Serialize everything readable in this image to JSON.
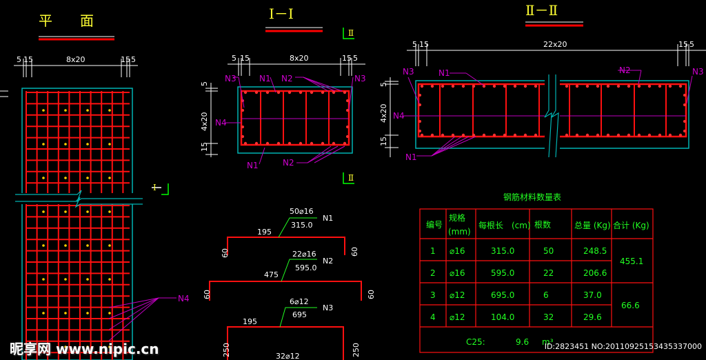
{
  "titles": {
    "plan": "平　　面",
    "section1": "I－I",
    "section2": "Ⅱ－Ⅱ",
    "cut_mark_1": "I",
    "cut_mark_2": "Ⅱ"
  },
  "dims": {
    "edge_a": "5",
    "edge_b": "15",
    "edge_c": "15",
    "edge_d": "5",
    "plan_span": "8x20",
    "sec1_span": "8x20",
    "sec2_span": "22x20",
    "height_top": "5",
    "height_mid": "4x20",
    "height_bot": "15"
  },
  "labels": {
    "n1": "N1",
    "n2": "N2",
    "n3": "N3",
    "n4": "N4"
  },
  "bars": [
    {
      "count": "50⌀16",
      "length": "315.0",
      "id": "N1",
      "span": "195",
      "leg": "60"
    },
    {
      "count": "22⌀16",
      "length": "595.0",
      "id": "N2",
      "span": "475",
      "leg": "60"
    },
    {
      "count": "6⌀12",
      "length": "695",
      "id": "N3",
      "span": "195",
      "leg": "250"
    },
    {
      "count": "32⌀12"
    }
  ],
  "table": {
    "title": "钢筋材料数量表",
    "headers": [
      "编号",
      "规格\n(mm)",
      "每根长　(cm)",
      "根数",
      "总量 (Kg)",
      "合计 (Kg)"
    ],
    "rows": [
      [
        "1",
        "⌀16",
        "315.0",
        "50",
        "248.5"
      ],
      [
        "2",
        "⌀16",
        "595.0",
        "22",
        "206.6"
      ],
      [
        "3",
        "⌀12",
        "695.0",
        "6",
        "37.0"
      ],
      [
        "4",
        "⌀12",
        "104.0",
        "32",
        "29.6"
      ]
    ],
    "totals": [
      "455.1",
      "66.6"
    ],
    "concrete_label": "C25:",
    "concrete_value": "9.6",
    "concrete_unit": "m³"
  },
  "watermark": {
    "site": "昵享网 www.nipic.cn",
    "id": "ID:2823451 NO:20110925153435337000"
  },
  "colors": {
    "rebar": "#ff0000",
    "dimension": "#ffffff",
    "outline": "#00b4b4",
    "label": "#c000c0",
    "table_text": "#00ff00",
    "section_mark": "#ffff00",
    "title": "#ffff00"
  }
}
